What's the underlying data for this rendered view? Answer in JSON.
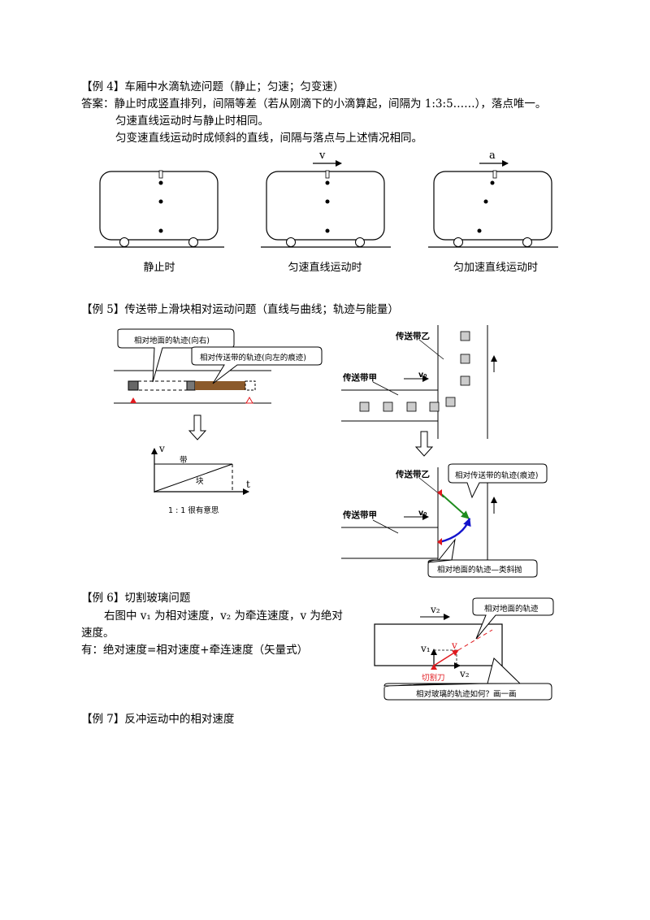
{
  "ex4": {
    "title": "【例 4】车厢中水滴轨迹问题（静止；匀速；匀变速）",
    "answer_line1": "答案：静止时成竖直排列，间隔等差（若从刚滴下的小滴算起，间隔为 1:3:5……），落点唯一。",
    "answer_line2": "匀速直线运动时与静止时相同。",
    "answer_line3": "匀变速直线运动时成倾斜的直线，间隔与落点与上述情况相同。",
    "arrow_v": "v",
    "arrow_a": "a",
    "caption1": "静止时",
    "caption2": "匀速直线运动时",
    "caption3": "匀加速直线运动时"
  },
  "ex5": {
    "title": "【例 5】传送带上滑块相对运动问题（直线与曲线；轨迹与能量）",
    "callout_ground": "相对地面的轨迹(向右)",
    "callout_belt": "相对传送带的轨迹(向左的痕迹)",
    "graph_v": "v",
    "graph_t": "t",
    "graph_belt": "带",
    "graph_block": "块",
    "graph_note": "1 : 1 很有意思",
    "belt_b": "传送带乙",
    "belt_a": "传送带甲",
    "v0": "v₀",
    "callout_belt_trace": "相对传送带的轨迹(痕迹)",
    "callout_ground_trace": "相对地面的轨迹—类斜抛"
  },
  "ex6": {
    "title": "【例 6】切割玻璃问题",
    "text_line1": "右图中 v₁ 为相对速度，v₂ 为牵连速度，v 为绝对",
    "text_line2": "速度。",
    "text_line3": "有：绝对速度=相对速度+牵连速度（矢量式）",
    "v2_top": "v₂",
    "v1": "v₁",
    "v": "v",
    "v2_bottom": "v₂",
    "knife": "切割刀",
    "callout_ground": "相对地面的轨迹",
    "callout_glass": "相对玻璃的轨迹如何？画一画"
  },
  "ex7": {
    "title": "【例 7】反冲运动中的相对速度"
  },
  "colors": {
    "red": "#e0191e",
    "green": "#1e8c1e",
    "blue": "#1414cc",
    "wood": "#8b5a2b"
  }
}
